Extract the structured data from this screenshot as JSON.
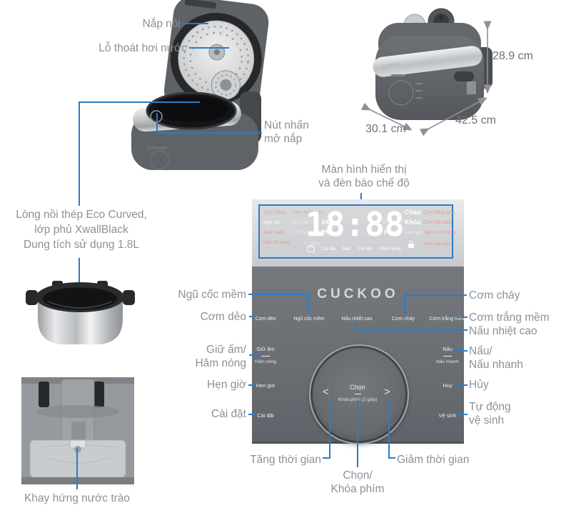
{
  "colors": {
    "accent_blue": "#2e7bc4",
    "label_gray": "#8b9197",
    "dimension_gray": "#6e7275",
    "panel_gray": "#6f7378",
    "display_bg": "#d8dadc"
  },
  "open_cooker": {
    "lid_label": "Nắp nồi",
    "vent_label": "Lỗ thoát hơi nước",
    "open_btn_line1": "Nút nhấn",
    "open_btn_line2": "mở nắp"
  },
  "dimensions": {
    "height": "28.9 cm",
    "width": "42.5 cm",
    "depth": "30.1 cm"
  },
  "inner_pot": {
    "line1": "Lòng nồi thép Eco Curved,",
    "line2": "lớp phủ XwallBlack",
    "line3": "Dung tích sử dụng 1.8L"
  },
  "drip_tray": {
    "label": "Khay hứng nước trào"
  },
  "display_callout": {
    "line1": "Màn hình hiển thị",
    "line2": "và đèn báo chế độ"
  },
  "display": {
    "time": "18:88",
    "left_grid": [
      [
        "Cơm trắng",
        "Cơm thơm dẻo",
        ""
      ],
      [
        "Ngũ cốc",
        "Vữa nát",
        "AM"
      ],
      [
        "Gạo mầm",
        "Tốc hành",
        "PM"
      ],
      [
        "Nấu đa năng",
        "Tự chọn",
        ""
      ]
    ],
    "status_row": [
      "Cài đặt",
      "Nấu",
      "Giữ ấm",
      "Hâm nóng"
    ],
    "right_grid": [
      [
        "",
        "Cháo",
        "Cơm đông lạnh"
      ],
      [
        "Khoai tím",
        "Khóa",
        "Cơm đậu đen"
      ],
      [
        "Phút",
        "Làm sạch",
        "Nấu chín không"
      ],
      [
        "",
        "",
        "Siêu ngũ cốc"
      ]
    ],
    "icons": {
      "pot": "pot-icon",
      "lock": "lock-icon"
    }
  },
  "panel": {
    "brand": "CUCKOO",
    "mode_buttons": [
      "Cơm dẻo",
      "Ngũ cốc mềm",
      "Nấu nhiệt cao",
      "Cơm cháy",
      "Cơm trắng mềm"
    ],
    "keep_warm": {
      "line1": "Giữ ấm",
      "line2": "Hâm nóng"
    },
    "timer": "Hẹn giờ",
    "settings": "Cài đặt",
    "cook": {
      "line1": "Nấu",
      "line2": "Nấu nhanh"
    },
    "cancel": "Hủy",
    "clean": "Vệ sinh",
    "dial": {
      "left": "<",
      "select": "Chọn",
      "hold": "Khóa phím (2 giây)",
      "right": ">"
    }
  },
  "callouts": {
    "left": [
      "Ngũ cốc mềm",
      "Cơm dẻo",
      "Giữ ấm/",
      "Hâm nóng",
      "Hẹn giờ",
      "Cài đặt"
    ],
    "right": [
      "Cơm cháy",
      "Cơm trắng mềm",
      "Nấu nhiệt cao",
      "Nấu/",
      "Nấu nhanh",
      "Hủy",
      "Tự động",
      "vệ sinh"
    ],
    "bottom": {
      "increase": "Tăng thời gian",
      "select_line1": "Chọn/",
      "select_line2": "Khóa phím",
      "decrease": "Giảm thời gian"
    }
  }
}
